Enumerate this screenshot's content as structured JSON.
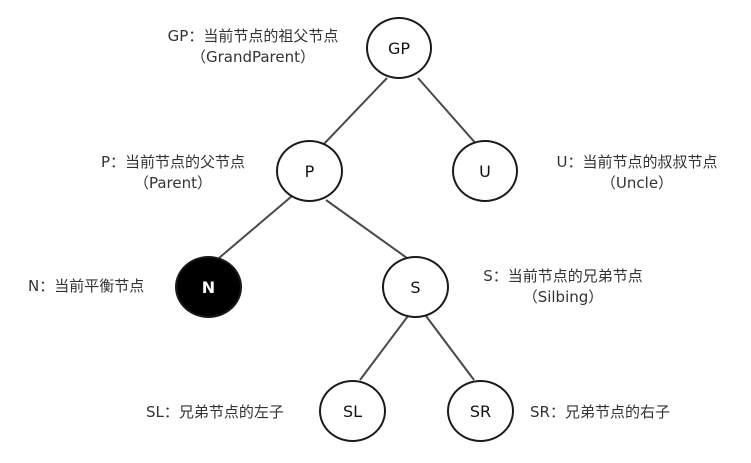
{
  "nodes": {
    "gp": {
      "text": "GP"
    },
    "p": {
      "text": "P"
    },
    "u": {
      "text": "U"
    },
    "n": {
      "text": "N"
    },
    "s": {
      "text": "S"
    },
    "sl": {
      "text": "SL"
    },
    "sr": {
      "text": "SR"
    }
  },
  "labels": {
    "gp": {
      "line1": "GP：当前节点的祖父节点",
      "line2": "（GrandParent）"
    },
    "p": {
      "line1": "P：当前节点的父节点",
      "line2": "（Parent）"
    },
    "u": {
      "line1": "U：当前节点的叔叔节点",
      "line2": "（Uncle）"
    },
    "n": {
      "line1": "N：当前平衡节点"
    },
    "s": {
      "line1": "S：当前节点的兄弟节点",
      "line2": "（Silbing）"
    },
    "sl": {
      "line1": "SL：兄弟节点的左子"
    },
    "sr": {
      "line1": "SR：兄弟节点的右子"
    }
  },
  "colors": {
    "edge": "#4a4a4a",
    "node_border": "#1a1a1a",
    "current_node_fill": "#000000"
  }
}
